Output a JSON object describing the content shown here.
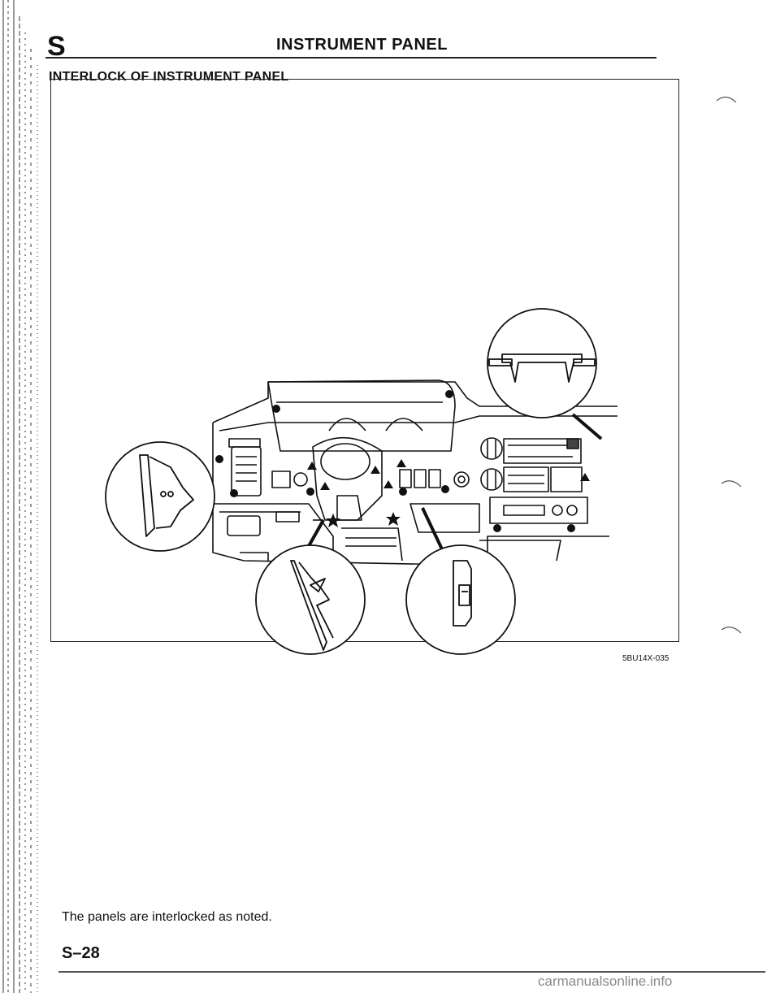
{
  "header": {
    "section_letter": "S",
    "title": "INSTRUMENT PANEL"
  },
  "section": {
    "heading": "INTERLOCK OF INSTRUMENT PANEL"
  },
  "figure": {
    "code": "5BU14X-035"
  },
  "caption": "The panels are interlocked as noted.",
  "footer": {
    "page_number": "S–28",
    "watermark": "carmanualsonline.info"
  }
}
